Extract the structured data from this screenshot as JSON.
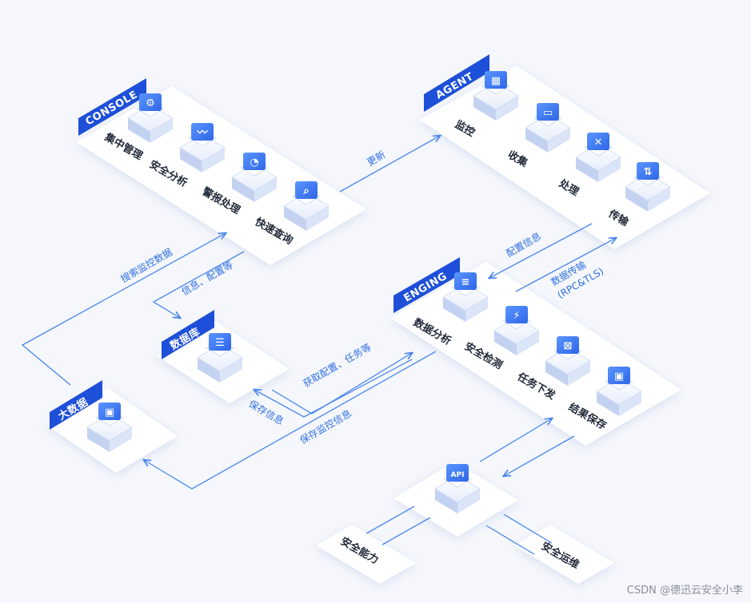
{
  "console": {
    "tag": "CONSOLE",
    "items": [
      {
        "label": "集中管理",
        "icon": "gear-icon"
      },
      {
        "label": "安全分析",
        "icon": "chart-icon"
      },
      {
        "label": "警报处理",
        "icon": "alarm-icon"
      },
      {
        "label": "快速查询",
        "icon": "search-icon"
      }
    ]
  },
  "agent": {
    "tag": "AGENT",
    "items": [
      {
        "label": "监控",
        "icon": "monitor-icon"
      },
      {
        "label": "收集",
        "icon": "inbox-icon"
      },
      {
        "label": "处理",
        "icon": "wrench-icon"
      },
      {
        "label": "传输",
        "icon": "transfer-icon"
      }
    ]
  },
  "engine": {
    "tag": "ENGING",
    "items": [
      {
        "label": "数据分析",
        "icon": "list-icon"
      },
      {
        "label": "安全检测",
        "icon": "shield-icon"
      },
      {
        "label": "任务下发",
        "icon": "send-icon"
      },
      {
        "label": "结果保存",
        "icon": "save-icon"
      }
    ]
  },
  "database": {
    "tag": "数据库",
    "icon": "database-icon"
  },
  "bigdata": {
    "tag": "大数据",
    "icon": "cubes-icon"
  },
  "api": {
    "label": "API",
    "icon": "api-icon"
  },
  "nodes": {
    "security_capability": "安全能力",
    "security_ops": "安全运维"
  },
  "flows": {
    "update": "更新",
    "config_info": "配置信息",
    "data_transfer": "数据传输",
    "data_transfer_proto": "(RPC&TLS)",
    "search_monitor": "搜索监控数据",
    "info_config": "信息、配置等",
    "get_config": "获取配置、任务等",
    "save_info": "保存信息",
    "save_monitor": "保存监控信息"
  },
  "watermark": "CSDN @德迅云安全小李",
  "colors": {
    "tag": "#1e4fd8",
    "arrow": "#4a86ee",
    "panel": "#ffffff",
    "icon_face": "#3a78f0"
  }
}
